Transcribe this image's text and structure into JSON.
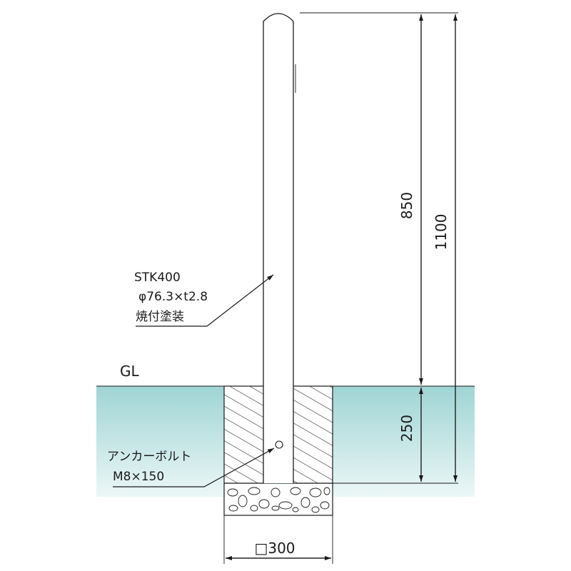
{
  "diagram": {
    "ground_label": "GL",
    "material_spec": {
      "line1": "STK400",
      "line2": "φ76.3×t2.8",
      "line3": "焼付塗装"
    },
    "anchor_bolt": {
      "line1": "アンカーボルト",
      "line2": "M8×150"
    },
    "dimensions": {
      "above_ground": "850",
      "total_height": "1100",
      "embedment": "250",
      "foundation_width": "□300"
    },
    "colors": {
      "ground_top": "#a6d8d8",
      "ground_bottom": "#e8f6f6",
      "line": "#1a1a1a"
    }
  }
}
